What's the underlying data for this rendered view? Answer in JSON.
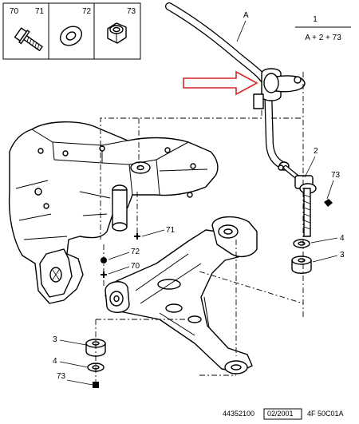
{
  "legend": {
    "items": [
      {
        "number": "70",
        "icon": "bolt-icon"
      },
      {
        "number": "71",
        "icon": "bolt-icon"
      },
      {
        "number": "72",
        "icon": "washer-icon"
      },
      {
        "number": "73",
        "icon": "nut-icon"
      }
    ]
  },
  "formula": {
    "number": "1",
    "expression": "A + 2 + 73"
  },
  "callouts": {
    "A": "A",
    "c2": "2",
    "c73_right": "73",
    "c4_right": "4",
    "c3_right": "3",
    "c71": "71",
    "c72": "72",
    "c70": "70",
    "c3_left": "3",
    "c4_left": "4",
    "c73_left": "73"
  },
  "arrow_color": "#d62828",
  "footer": {
    "ref": "44352100",
    "date": "02/2001",
    "code": "4F 50C01A"
  }
}
